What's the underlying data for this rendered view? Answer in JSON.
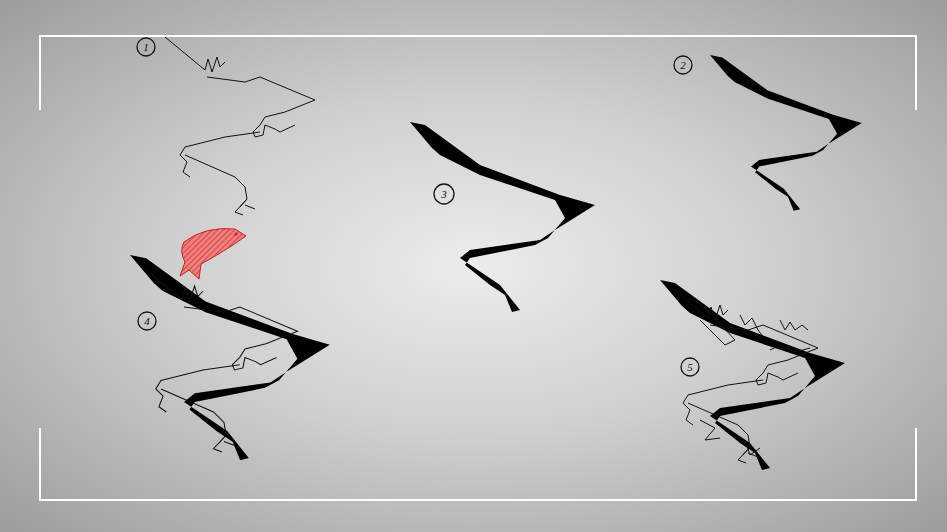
{
  "diagram": {
    "nodes": [
      {
        "text": [
          "1"
        ]
      },
      {
        "text": [
          "2"
        ]
      },
      {
        "text": [
          "3"
        ]
      },
      {
        "text": [
          "4"
        ]
      },
      {
        "text": [
          "5"
        ]
      }
    ]
  }
}
